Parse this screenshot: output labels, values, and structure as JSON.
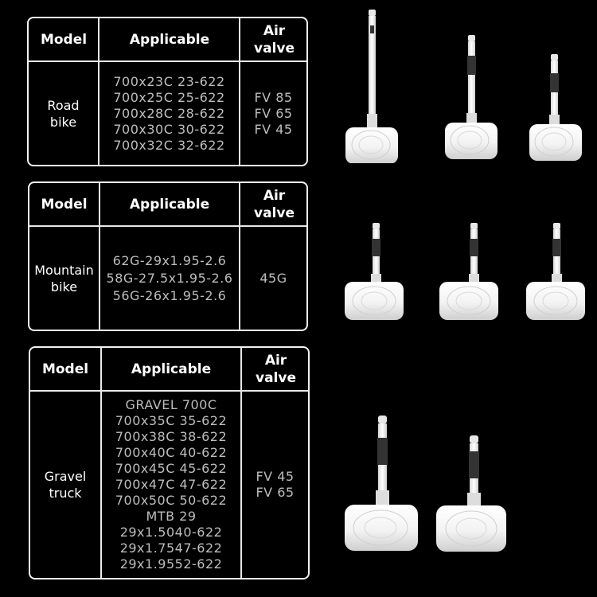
{
  "headers": {
    "model": "Model",
    "applicable": "Applicable",
    "air_valve": [
      "Air",
      "valve"
    ]
  },
  "tables": [
    {
      "model": [
        "Road",
        "bike"
      ],
      "sizes": [
        "700x23C 23-622",
        "700x25C 25-622",
        "700x28C 28-622",
        "700x30C 30-622",
        "700x32C 32-622"
      ],
      "valves": [
        "FV 85",
        "FV 65",
        "FV 45"
      ]
    },
    {
      "model": [
        "Mountain",
        "bike"
      ],
      "sizes": [
        "62G-29x1.95-2.6",
        "58G-27.5x1.95-2.6",
        "56G-26x1.95-2.6"
      ],
      "valves": [
        "45G"
      ]
    },
    {
      "model": [
        "Gravel",
        "truck"
      ],
      "sizes": [
        "GRAVEL 700C",
        "700x35C 35-622",
        "700x38C 38-622",
        "700x40C 40-622",
        "700x45C 45-622",
        "700x47C 47-622",
        "700x50C 50-622",
        "MTB 29",
        "29x1.5040-622",
        "29x1.7547-622",
        "29x1.9552-622"
      ],
      "valves": [
        "FV 45",
        "FV 65"
      ]
    }
  ]
}
